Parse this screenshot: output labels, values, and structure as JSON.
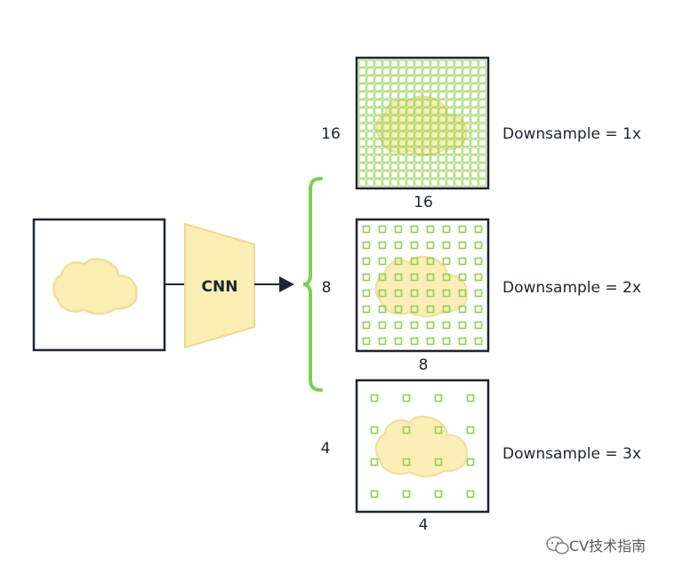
{
  "diagram": {
    "network_label": "CNN",
    "colors": {
      "outline": "#1c2530",
      "cloud_fill": "#fbeeb4",
      "cloud_stroke": "#f2de9a",
      "cnn_fill": "#fbeeb4",
      "cnn_stroke": "#efd98e",
      "grid_green": "#8fd14f",
      "brace_green": "#7ccf4e",
      "arrow": "#1c2530"
    },
    "maps": [
      {
        "rows_label": "16",
        "cols_label": "16",
        "downsample_label": "Downsample = 1x",
        "grid": 16
      },
      {
        "rows_label": "8",
        "cols_label": "8",
        "downsample_label": "Downsample = 2x",
        "grid": 8
      },
      {
        "rows_label": "4",
        "cols_label": "4",
        "downsample_label": "Downsample = 3x",
        "grid": 4
      }
    ]
  },
  "watermark": {
    "text": "CV技术指南",
    "icon": "wechat-icon"
  }
}
